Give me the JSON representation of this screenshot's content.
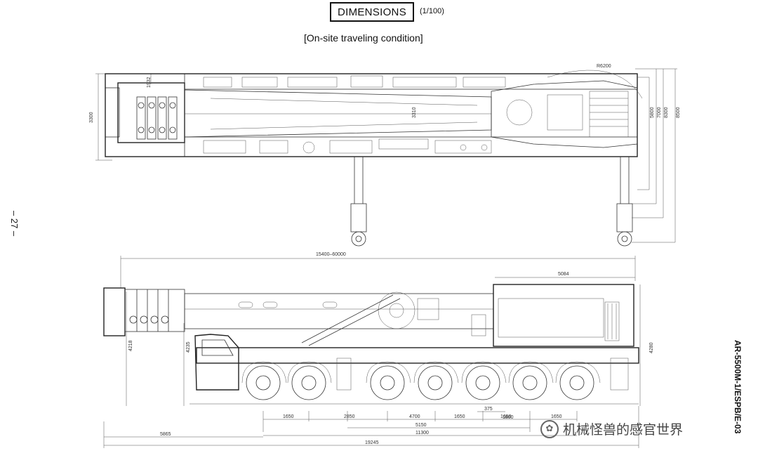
{
  "header": {
    "title": "DIMENSIONS",
    "scale": "(1/100)",
    "subtitle": "[On-site traveling condition]"
  },
  "page_number": "– 27 –",
  "document_id": "AR-5500M-1/ESPB/E-03",
  "watermark": {
    "text": "机械怪兽的感官世界",
    "icon": "wechat-logo-icon"
  },
  "top_view": {
    "labels": {
      "overall_width": "3300",
      "boom_section": "1932",
      "boom_center": "3310",
      "tail_radius": "R6200",
      "outrigger_width_1": "5800",
      "outrigger_width_2": "7000",
      "outrigger_width_3": "8300",
      "outrigger_width_4": "8500"
    }
  },
  "side_view": {
    "labels": {
      "boom_length": "15400–60000",
      "tail_length": "5084",
      "overall_height_left": "4218",
      "cab_height": "4235",
      "overall_height_right": "4280",
      "axle_1": "1650",
      "axle_2": "2850",
      "axle_3": "4700",
      "axle_4": "1650",
      "axle_5": "1650",
      "axle_6": "1800",
      "axle_7": "1650",
      "overhang_offset": "375",
      "wheelbase_a": "5150",
      "wheelbase_b": "11300",
      "front_overhang": "5865",
      "overall_length": "19245"
    }
  }
}
